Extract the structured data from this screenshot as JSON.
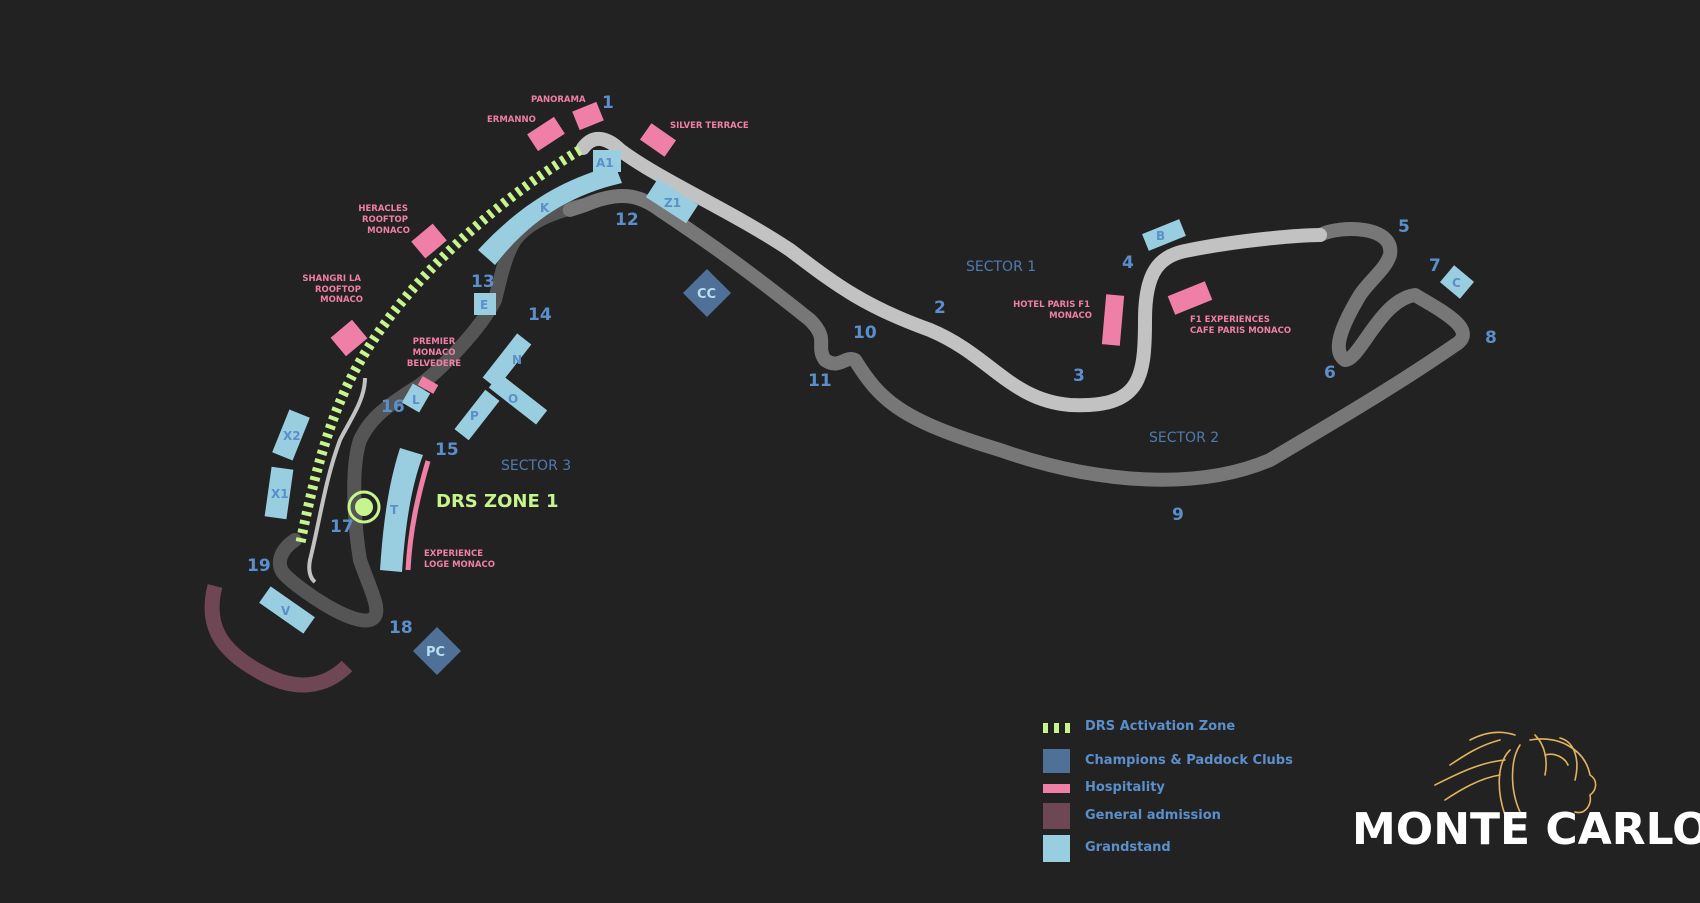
{
  "map": {
    "title": "Monte Carlo",
    "drs_zone_label": "DRS ZONE 1",
    "sectors": [
      "SECTOR 1",
      "SECTOR 2",
      "SECTOR 3"
    ],
    "turns": [
      "1",
      "2",
      "3",
      "4",
      "5",
      "6",
      "7",
      "8",
      "9",
      "10",
      "11",
      "12",
      "13",
      "14",
      "15",
      "16",
      "17",
      "18",
      "19"
    ],
    "grandstands": [
      "A1",
      "K",
      "Z1",
      "B",
      "C",
      "E",
      "N",
      "O",
      "P",
      "L",
      "T",
      "X1",
      "X2",
      "V"
    ],
    "clubs": [
      "CC",
      "PC"
    ],
    "hospitality": {
      "panorama": "PANORAMA",
      "ermanno": "ERMANNO",
      "silver_terrace": "SILVER TERRACE",
      "heracles": [
        "HERACLES",
        "ROOFTOP",
        "MONACO"
      ],
      "shangri_la": [
        "SHANGRI LA",
        "ROOFTOP",
        "MONACO"
      ],
      "premier": [
        "PREMIER",
        "MONACO",
        "BELVEDERE"
      ],
      "hotel_paris": [
        "HOTEL PARIS F1",
        "MONACO"
      ],
      "f1_experiences": [
        "F1 EXPERIENCES",
        "CAFE PARIS MONACO"
      ],
      "experience_loge": [
        "EXPERIENCE",
        "LOGE MONACO"
      ]
    }
  },
  "legend": {
    "items": [
      {
        "label": "DRS Activation Zone",
        "color": "#c7f58d"
      },
      {
        "label": "Champions & Paddock Clubs",
        "color": "#4f7097"
      },
      {
        "label": "Hospitality",
        "color": "#f07fa8"
      },
      {
        "label": "General admission",
        "color": "#6e4654"
      },
      {
        "label": "Grandstand",
        "color": "#99cee0"
      }
    ]
  },
  "colors": {
    "background": "#222222",
    "sector1": "#c2c2c2",
    "sector2": "#777777",
    "sector3": "#555555",
    "turn_number": "#5b8fcb",
    "logo_gold": "#e0b45c"
  },
  "logo": {
    "text": "MONTE CARLO"
  }
}
